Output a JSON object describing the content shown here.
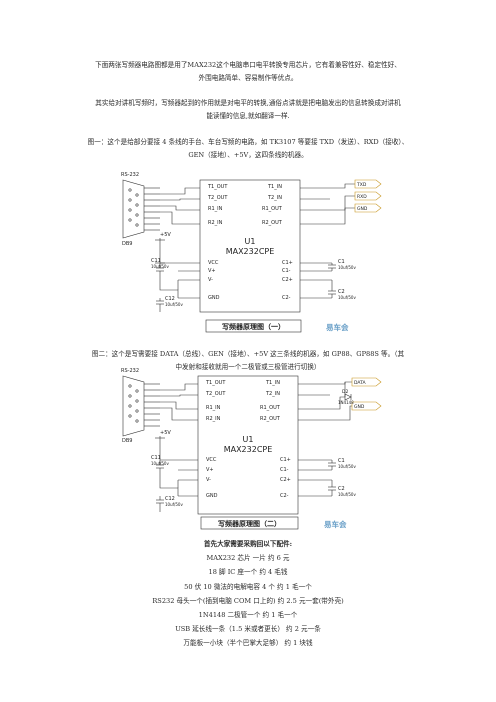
{
  "intro": {
    "line1": "下面两张写频器电路图都是用了MAX232这个电脑串口电平转换专用芯片，它有着兼容性好、稳定性好、",
    "line2": "外围电路简单、容易制作等优点。",
    "line3": "其实给对讲机写频时，写频器起到的作用就是对电平的转换,通俗点讲就是把电脑发出的信息转换成对讲机",
    "line4": "能读懂的信息,就如翻译一样."
  },
  "fig1_caption": {
    "line1": "图一：这个是给部分要接 4 条线的手台、车台写频的电路，如 TK3107 等要接 TXD（发送）、RXD（接收）、",
    "line2": "GEN（接地）、+5V，这四条线的机器。"
  },
  "fig2_caption": {
    "line1": "图二：这个是写需要接 DATA（总线）、GEN（接地）、+5V 这三条线的机器，如 GP88、GP88S 等。（其",
    "line2": "中发射和接收就用一个二极管或三极管进行切换）"
  },
  "schematic": {
    "connector": "RS-232",
    "connector_model": "DB9",
    "chip_ref": "U1",
    "chip_name": "MAX232CPE",
    "vcc": "+5V",
    "pins_left": [
      "T1_OUT",
      "T2_OUT",
      "R1_IN",
      "R2_IN"
    ],
    "pins_left_2": [
      "T1_OUT",
      "T2_OUT",
      "R1_IN",
      "R2_IN"
    ],
    "pins_right": [
      "T1_IN",
      "T2_IN",
      "R1_OUT",
      "R2_OUT"
    ],
    "pins_power_left": [
      "VCC",
      "V+",
      "V-",
      "GND"
    ],
    "pins_power_right": [
      "C1+",
      "C1-",
      "C2+",
      "C2-"
    ],
    "cap_c11": "C11",
    "cap_c11_val": "10uf/50v",
    "cap_c12": "C12",
    "cap_c12_val": "10uf/50v",
    "cap_c1": "C1",
    "cap_c1_val": "10uf/50v",
    "cap_c2": "C2",
    "cap_c2_val": "10uf/50v",
    "diode": "D2",
    "diode_model": "1N4148",
    "sig_txd": "TXD",
    "sig_rxd": "RXD",
    "sig_gnd": "GND",
    "sig_data": "DATA",
    "title1": "写频器原理图（一）",
    "title2": "写频器原理图（二）",
    "watermark": "易车会"
  },
  "parts": {
    "heading": "首先大家需要采购回以下配件:",
    "items": [
      "MAX232 芯片 一片  约 6 元",
      "18 脚 IC 座一个  约 4 毛钱",
      "50 伏 10 微法的电解电容 4 个  约 1 毛一个",
      "RS232 母头一个(插到电脑 COM 口上的)  约 2.5 元一套(带外壳)",
      "1N4148 二极管一个  约 1 毛一个",
      "USB 延长线一条（1.5 米或者更长）  约 2 元一条",
      "万能板一小块（半个巴掌大足够）  约 1 块钱"
    ]
  }
}
